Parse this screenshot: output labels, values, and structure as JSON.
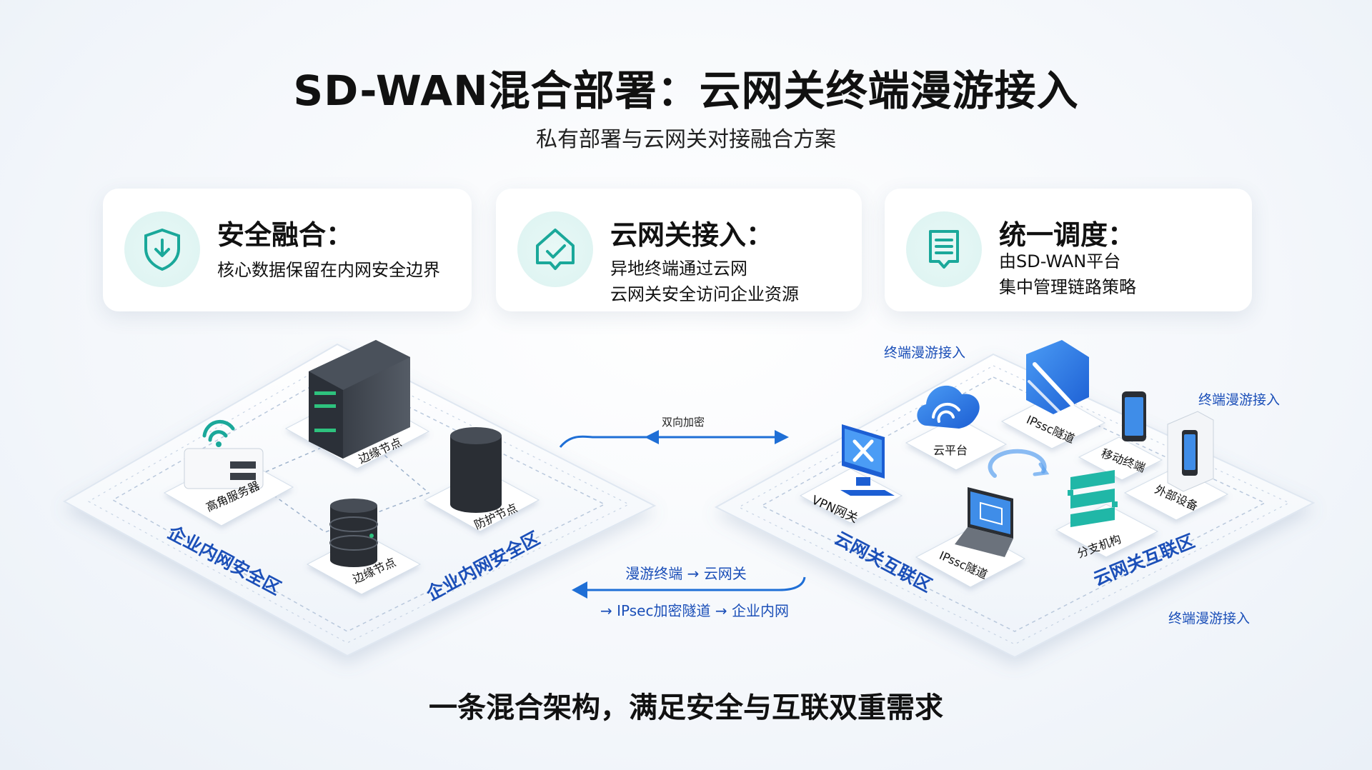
{
  "header": {
    "title": "SD-WAN混合部署：云网关终端漫游接入",
    "subtitle": "私有部署与云网关对接融合方案"
  },
  "cards": [
    {
      "title": "安全融合：",
      "lines": [
        "核心数据保留在内网安全边界"
      ],
      "icon": "shield-check-icon"
    },
    {
      "title": "云网关接入：",
      "lines": [
        "异地终端通过云网",
        "云网关安全访问企业资源"
      ],
      "icon": "gateway-check-icon"
    },
    {
      "title": "统一调度：",
      "lines": [
        "由SD-WAN平台",
        "集中管理链路策略"
      ],
      "icon": "document-icon"
    }
  ],
  "left_zone": {
    "label_left": "企业内网安全区",
    "label_right": "企业内网安全区",
    "nodes": {
      "router": "高角服务器",
      "server": "边缘节点",
      "db": "边缘节点",
      "cylinder": "防护节点"
    }
  },
  "right_zone": {
    "label_left": "云网关互联区",
    "label_right": "云网关互联区",
    "nodes": {
      "cloud": "云平台",
      "ipsec_top": "IPssc隧道",
      "phone": "移动终端",
      "vpn": "VPN网关",
      "laptop": "IPssc隧道",
      "branch": "分支机构",
      "external": "外部设备"
    },
    "roam_labels": [
      "终端漫游接入",
      "终端漫游接入",
      "终端漫游接入"
    ]
  },
  "links": {
    "top_arrow": "双向加密",
    "bottom_line1": "漫游终端 → 云网关",
    "bottom_line2": "→ IPsec加密隧道 → 企业内网"
  },
  "footer": "一条混合架构，满足安全与互联双重需求",
  "colors": {
    "accent_teal": "#1aa89a",
    "accent_blue": "#1b4fb8",
    "link_blue": "#1f6fd6"
  }
}
